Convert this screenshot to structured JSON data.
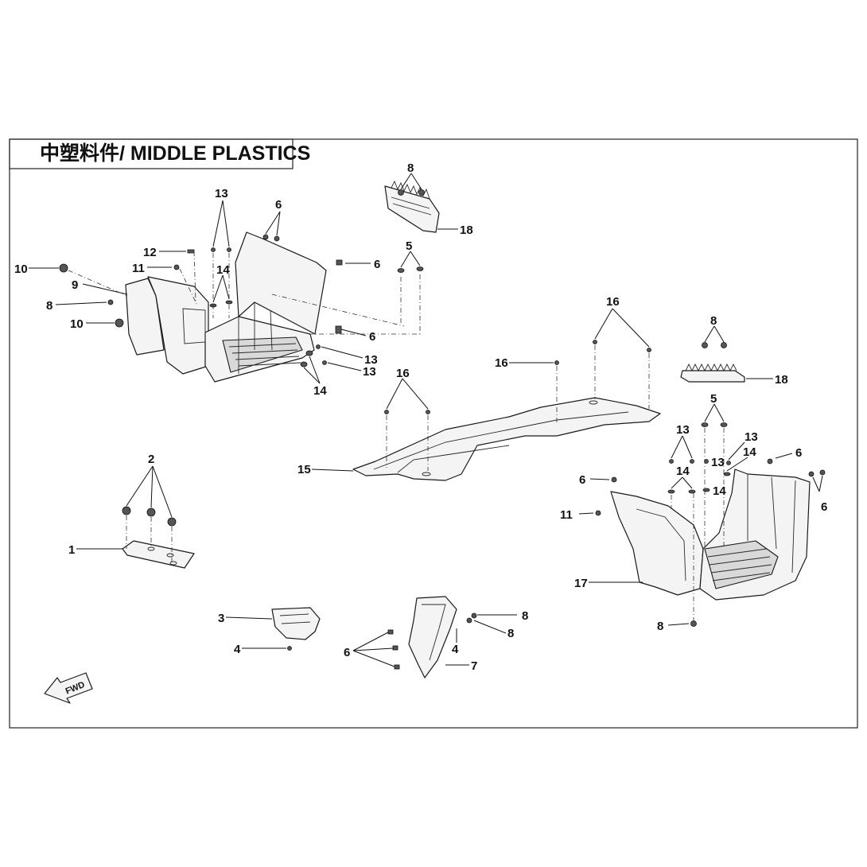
{
  "title": "中塑料件/ MIDDLE PLASTICS",
  "fwd_label": "FWD",
  "callouts": {
    "c1": "1",
    "c2": "2",
    "c3": "3",
    "c4a": "4",
    "c4b": "4",
    "c5a": "5",
    "c5b": "5",
    "c6a": "6",
    "c6b": "6",
    "c6c": "6",
    "c6d": "6",
    "c6e": "6",
    "c6f": "6",
    "c6g": "6",
    "c7": "7",
    "c8a": "8",
    "c8b": "8",
    "c8c": "8",
    "c8d": "8",
    "c8e": "8",
    "c8f": "8",
    "c9": "9",
    "c10a": "10",
    "c10b": "10",
    "c11a": "11",
    "c11b": "11",
    "c12": "12",
    "c13a": "13",
    "c13b": "13",
    "c13c": "13",
    "c13d": "13",
    "c13e": "13",
    "c13f": "13",
    "c14a": "14",
    "c14b": "14",
    "c14c": "14",
    "c14d": "14",
    "c14e": "14",
    "c15": "15",
    "c16a": "16",
    "c16b": "16",
    "c16c": "16",
    "c17": "17",
    "c18a": "18",
    "c18b": "18"
  }
}
